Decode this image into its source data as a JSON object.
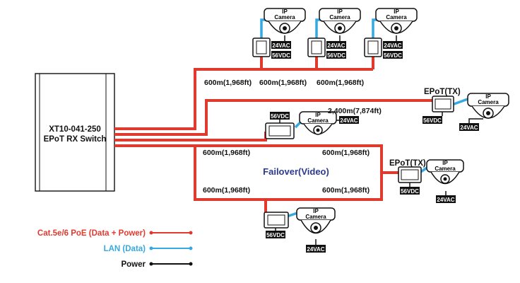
{
  "switch": {
    "model": "XT10-041-250",
    "name": "EPoT RX Switch"
  },
  "camera": {
    "label_line1": "IP",
    "label_line2": "Camera"
  },
  "power_tags": {
    "ac": "24VAC",
    "dc": "56VDC"
  },
  "transmitter_label": "EPoT(TX)",
  "distances": {
    "short": "600m(1,968ft)",
    "long": "2,400m(7,874ft)"
  },
  "failover_label": "Failover(Video)",
  "legend": {
    "poe": "Cat.5e/6 PoE (Data + Power)",
    "lan": "LAN (Data)",
    "power": "Power"
  },
  "colors": {
    "poe": "#e03a2f",
    "lan": "#35a9e1",
    "power": "#111111",
    "failover_text": "#2b3a8f"
  }
}
